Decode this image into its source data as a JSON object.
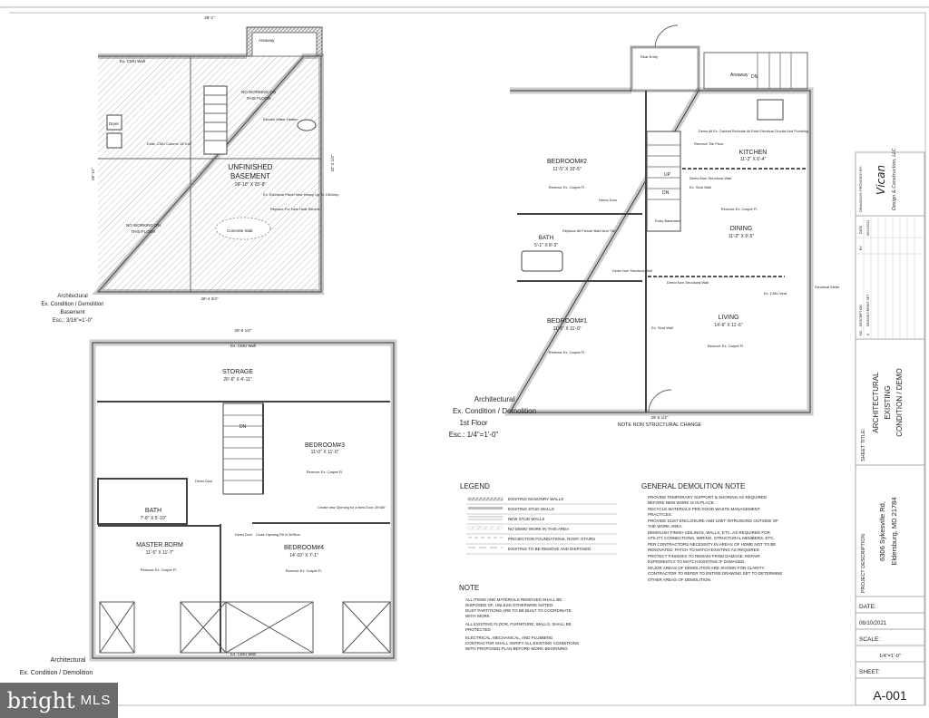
{
  "basement": {
    "room_title_1": "UNFINISHED",
    "room_title_2": "BASEMENT",
    "room_dims": "26'-10\" X 25'-8\"",
    "no_work_1": "NO WORKING ON",
    "no_work_2": "THIS FLOOR",
    "wall_label": "Ex. CMU Wall",
    "areaway": "Areaway",
    "dryer": "Dryer",
    "electric_heater": "Electric Water Heater",
    "column": "Exist. CMU Column 16\"x16\"",
    "concrete_slab": "Concrete Slab",
    "panel_note": "Ex. Electrical Panel New Heavy Up To 150Amp",
    "replace_note": "Replace For New Heat Electric",
    "dim_top": "28'-1\"",
    "dim_bottom": "26'-4 3/4\"",
    "dim_left": "26'-11\"",
    "dim_right": "32'-3 1/2\"",
    "caption_1": "Architectural",
    "caption_2": "Ex. Condition / Demolition",
    "caption_3": "Basement",
    "caption_4": "Esc.: 3/16\"=1'-0\""
  },
  "first_floor": {
    "rooms": [
      {
        "name": "BEDROOM#2",
        "dims": "11'-5\" X 10'-5\""
      },
      {
        "name": "BATH",
        "dims": "5'-1\" X 8'-3\""
      },
      {
        "name": "BEDROOM#1",
        "dims": "11'-5\" X 11'-0\""
      },
      {
        "name": "KITCHEN",
        "dims": "11'-2\" X 6'-4\""
      },
      {
        "name": "DINING",
        "dims": "11'-2\" X 9'-5\""
      },
      {
        "name": "LIVING",
        "dims": "14'-6\" X 11'-6\""
      }
    ],
    "rear_entry": "Rear Entry",
    "areaway": "Areaway",
    "kitchen_note": "Demo All Ex. Cabinet Relocate All Exist Electrical Circuits And Plumbing",
    "remove_tile": "Remove Tile Floor",
    "remove_carpet": "Remove Ex. Carpet Fl.",
    "demo_wall": "Demo Non Structural Wall",
    "bath_note": "Replace All Fixture Bath And Tile",
    "stud_wall": "Ex. Stud Wall",
    "demo_door": "Demo Door",
    "entry_basement": "Entry Basement",
    "electrical_meter": "Electrical Meter",
    "cmu_vent": "Ex. CMU Vent",
    "up": "UP",
    "dn": "DN",
    "note_bottom": "NOTE NON STRUCTURAL CHANGE",
    "dim_bottom": "26'-6 1/2\"",
    "caption_1": "Architectural",
    "caption_2": "Ex. Condition / Demolition",
    "caption_3": "1st Floor",
    "caption_4": "Esc.: 1/4\"=1'-0\""
  },
  "second_floor": {
    "rooms": [
      {
        "name": "STORAGE",
        "dims": "26'-6\" X 4'-11\""
      },
      {
        "name": "BEDROOM#3",
        "dims": "11'-0\" X 11'-0\""
      },
      {
        "name": "BATH",
        "dims": "7'-8\" X 5'-10\""
      },
      {
        "name": "MASTER BDRM",
        "dims": "11'-5\" X 11'-7\""
      },
      {
        "name": "BEDROOM#4",
        "dims": "14'-10\" X 7'-1\""
      }
    ],
    "wall_label": "Ex. CMU Wall",
    "remove_carpet": "Remove Ex. Carpet Fl.",
    "new_opening": "Create new Opening for a New Door 28\"x80\"",
    "close_opening": "Close Opening Fill in W/Stud",
    "demo_door": "Demo Door",
    "dn": "DN",
    "dim_top": "26'-6 1/2\"",
    "caption_1": "Architectural",
    "caption_2": "Ex. Condition / Demolition"
  },
  "legend": {
    "title": "LEGEND",
    "items": [
      "EXISTING MASONRY WALLS",
      "EXISTING STUD WALLS",
      "NEW STUD WALLS",
      "NO DEMO WORK IN THIS AREA",
      "PROJECTION FOUNDATIONS, ROOF, STAIRS",
      "EXISTING TO BE REMOVE AND DISPOSED"
    ]
  },
  "note": {
    "title": "NOTE",
    "lines": [
      "ALL ITEMS AND MATERIALS REMOVED SHALL BE",
      "DISPOSED OF, UNLESS OTHERWISE NOTED.",
      "DUST PARTITIONS ARE TO BE BUILT TO COORDINATE",
      "WITH WORK",
      "ALL EXISTING FLOOR, FURNITURE, WALLS, SHALL BE",
      "PROTECTED",
      "ELECTRICAL, MECHANICAL, AND PLUMBING",
      "CONTRACTOR SHALL VERIFY ALL EXISTING CONDITIONS",
      "WITH PROPOSED PLAN BEFORE WORK BEGINNING"
    ]
  },
  "general_note": {
    "title": "GENERAL DEMOLITION NOTE",
    "lines": [
      "PROVIDE TEMPORARY SUPPORT & SHORING AS REQUIRED",
      "BEFORE NEW WORK IS IN PLACE.",
      "RECYCLE MATERIALS PER GOOD WASTE MANAGEMENT",
      "PRACTICES.",
      "PROVIDE DUST ENCLOSURE AND LIMIT INTRUSIONS OUTSIDE OF",
      "THE WORK AREA.",
      "DEMOLISH FINISH CEILINGS, WALLS, ETC. AS REQUIRED FOR",
      "UTILITY CONNECTIONS, WIRING, STRUCTURAL MEMBERS, ETC.",
      "PER CONTRACTORS NECESSITY IN AREAS OF HOME NOT TO BE",
      "RENOVATED. PATCH TO MATCH EXISTING AS REQUIRED.",
      "PROTECT FINISHES TO REMAIN FROM DAMAGE. REPAIR",
      "EXPEDIENTLY TO MATCH EXISTING IF DAMAGED.",
      "MAJOR AREAS OF DEMOLITION ARE SHOWN FOR CLARITY.",
      "CONTRACTOR TO REFER TO ENTIRE DRAWING SET TO DETERMINE",
      "OTHER AREAS OF DEMOLITION."
    ]
  },
  "title_block": {
    "provided_by": "DRAWINGS PROVIDED BY:",
    "company_logo": "Vican",
    "company": "Design & Construction, LLC",
    "rev_no": "NO.",
    "rev_desc": "DESCRIPTION",
    "rev_by": "BY",
    "rev_date": "DATE",
    "rev_a_no": "A",
    "rev_a_desc": "DESIGN PERMIT SET",
    "rev_a_date": "06/10/2021",
    "sheet_title_label": "SHEET TITLE:",
    "sheet_title_1": "ARCHITECTURAL",
    "sheet_title_2": "EXISTING",
    "sheet_title_3": "CONDITION / DEMO",
    "project_label": "PROJECT DESCRIPTION:",
    "project_1": "6306 Sykesville Rd,",
    "project_2": "Eldersburg, MD 21784",
    "date_label": "DATE:",
    "date": "06/10/2021",
    "scale_label": "SCALE:",
    "scale": "1/4\"=1'-0\"",
    "sheet_label": "SHEET:",
    "sheet": "A-001"
  },
  "watermark": {
    "brand": "bright",
    "suffix": "MLS"
  }
}
